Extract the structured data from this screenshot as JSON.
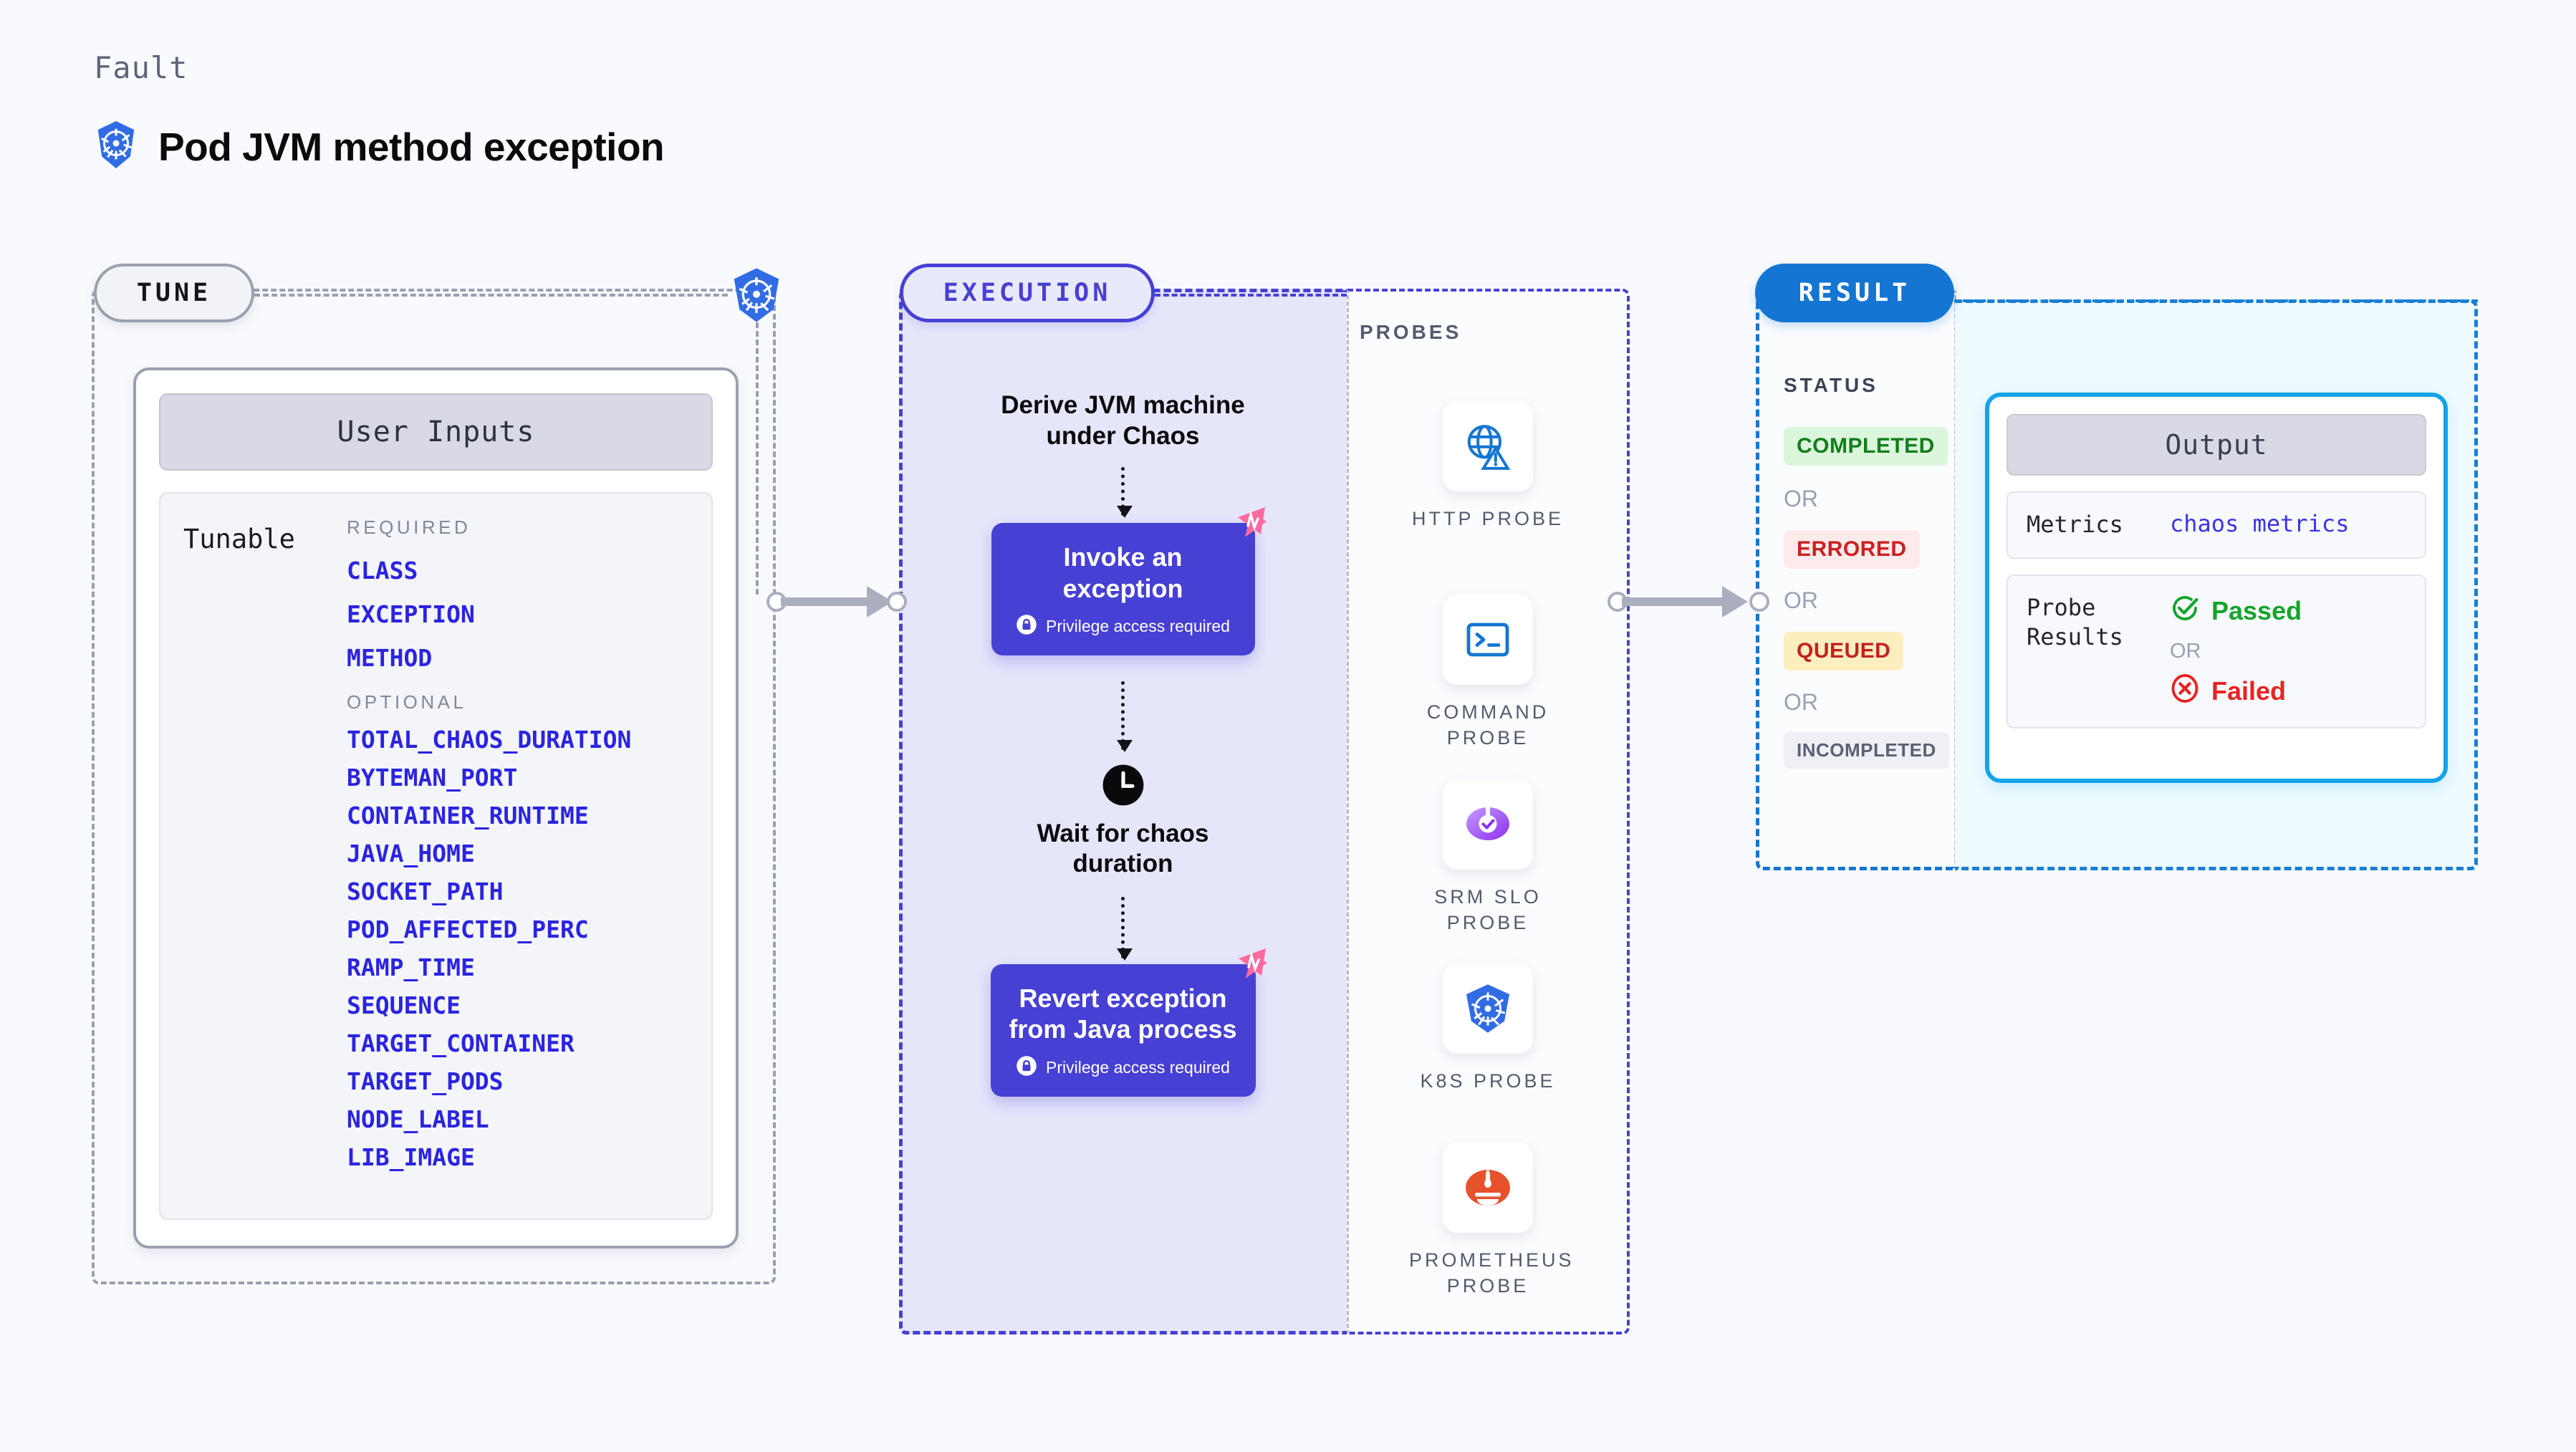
{
  "header": {
    "kicker": "Fault",
    "title": "Pod JVM method exception",
    "icon": "kubernetes-icon"
  },
  "stages": {
    "tune": {
      "chip_label": "TUNE"
    },
    "execution": {
      "chip_label": "EXECUTION"
    },
    "probes": {
      "section_label": "PROBES"
    },
    "result": {
      "chip_label": "RESULT",
      "status_label": "STATUS"
    }
  },
  "tune": {
    "card_title": "User Inputs",
    "row_label": "Tunable",
    "groups": [
      {
        "label": "REQUIRED",
        "params": [
          "CLASS",
          "EXCEPTION",
          "METHOD"
        ]
      },
      {
        "label": "OPTIONAL",
        "params": [
          "TOTAL_CHAOS_DURATION",
          "BYTEMAN_PORT",
          "CONTAINER_RUNTIME",
          "JAVA_HOME",
          "SOCKET_PATH",
          "POD_AFFECTED_PERC",
          "RAMP_TIME",
          "SEQUENCE",
          "TARGET_CONTAINER",
          "TARGET_PODS",
          "NODE_LABEL",
          "LIB_IMAGE"
        ]
      }
    ]
  },
  "execution": {
    "step1_text": "Derive JVM machine\nunder Chaos",
    "step2_title": "Invoke an exception",
    "step2_note": "Privilege access required",
    "step3_text": "Wait for chaos\nduration",
    "step4_title": "Revert exception\nfrom Java process",
    "step4_note": "Privilege access required",
    "step3_icon": "clock-icon",
    "lock_icon": "lock-icon",
    "badge_icon": "harness-logo-icon"
  },
  "probes": [
    {
      "label": "HTTP PROBE",
      "icon": "globe-warning-icon"
    },
    {
      "label": "COMMAND\nPROBE",
      "icon": "terminal-icon"
    },
    {
      "label": "SRM SLO\nPROBE",
      "icon": "srm-slo-gauge-icon"
    },
    {
      "label": "K8S PROBE",
      "icon": "kubernetes-icon"
    },
    {
      "label": "PROMETHEUS\nPROBE",
      "icon": "prometheus-icon"
    }
  ],
  "result": {
    "statuses": [
      {
        "text": "COMPLETED",
        "bg": "#dcf5dd",
        "fg": "#137d1b"
      },
      {
        "text": "OR"
      },
      {
        "text": "ERRORED",
        "bg": "#fdeaea",
        "fg": "#cc2020"
      },
      {
        "text": "OR"
      },
      {
        "text": "QUEUED",
        "bg": "#fdeebf",
        "fg": "#c32121"
      },
      {
        "text": "OR"
      },
      {
        "text": "INCOMPLETED",
        "bg": "#eff0f5",
        "fg": "#5b6074"
      }
    ]
  },
  "output": {
    "card_title": "Output",
    "metrics_key": "Metrics",
    "metrics_value": "chaos metrics",
    "probe_results_key": "Probe\nResults",
    "passed_label": "Passed",
    "failed_label": "Failed",
    "or_label": "OR",
    "passed_icon": "check-circle-icon",
    "failed_icon": "x-circle-icon",
    "passed_color": "#13a52c",
    "failed_color": "#e52424"
  },
  "colors": {
    "page_bg": "#f9faFD",
    "accent_purple": "#4740d4",
    "accent_blue": "#1476d2",
    "accent_cyan": "#13a3e8",
    "param_blue": "#2b24e0",
    "harness_pink": "#fb6ba0",
    "k8s_blue": "#326ce5"
  }
}
